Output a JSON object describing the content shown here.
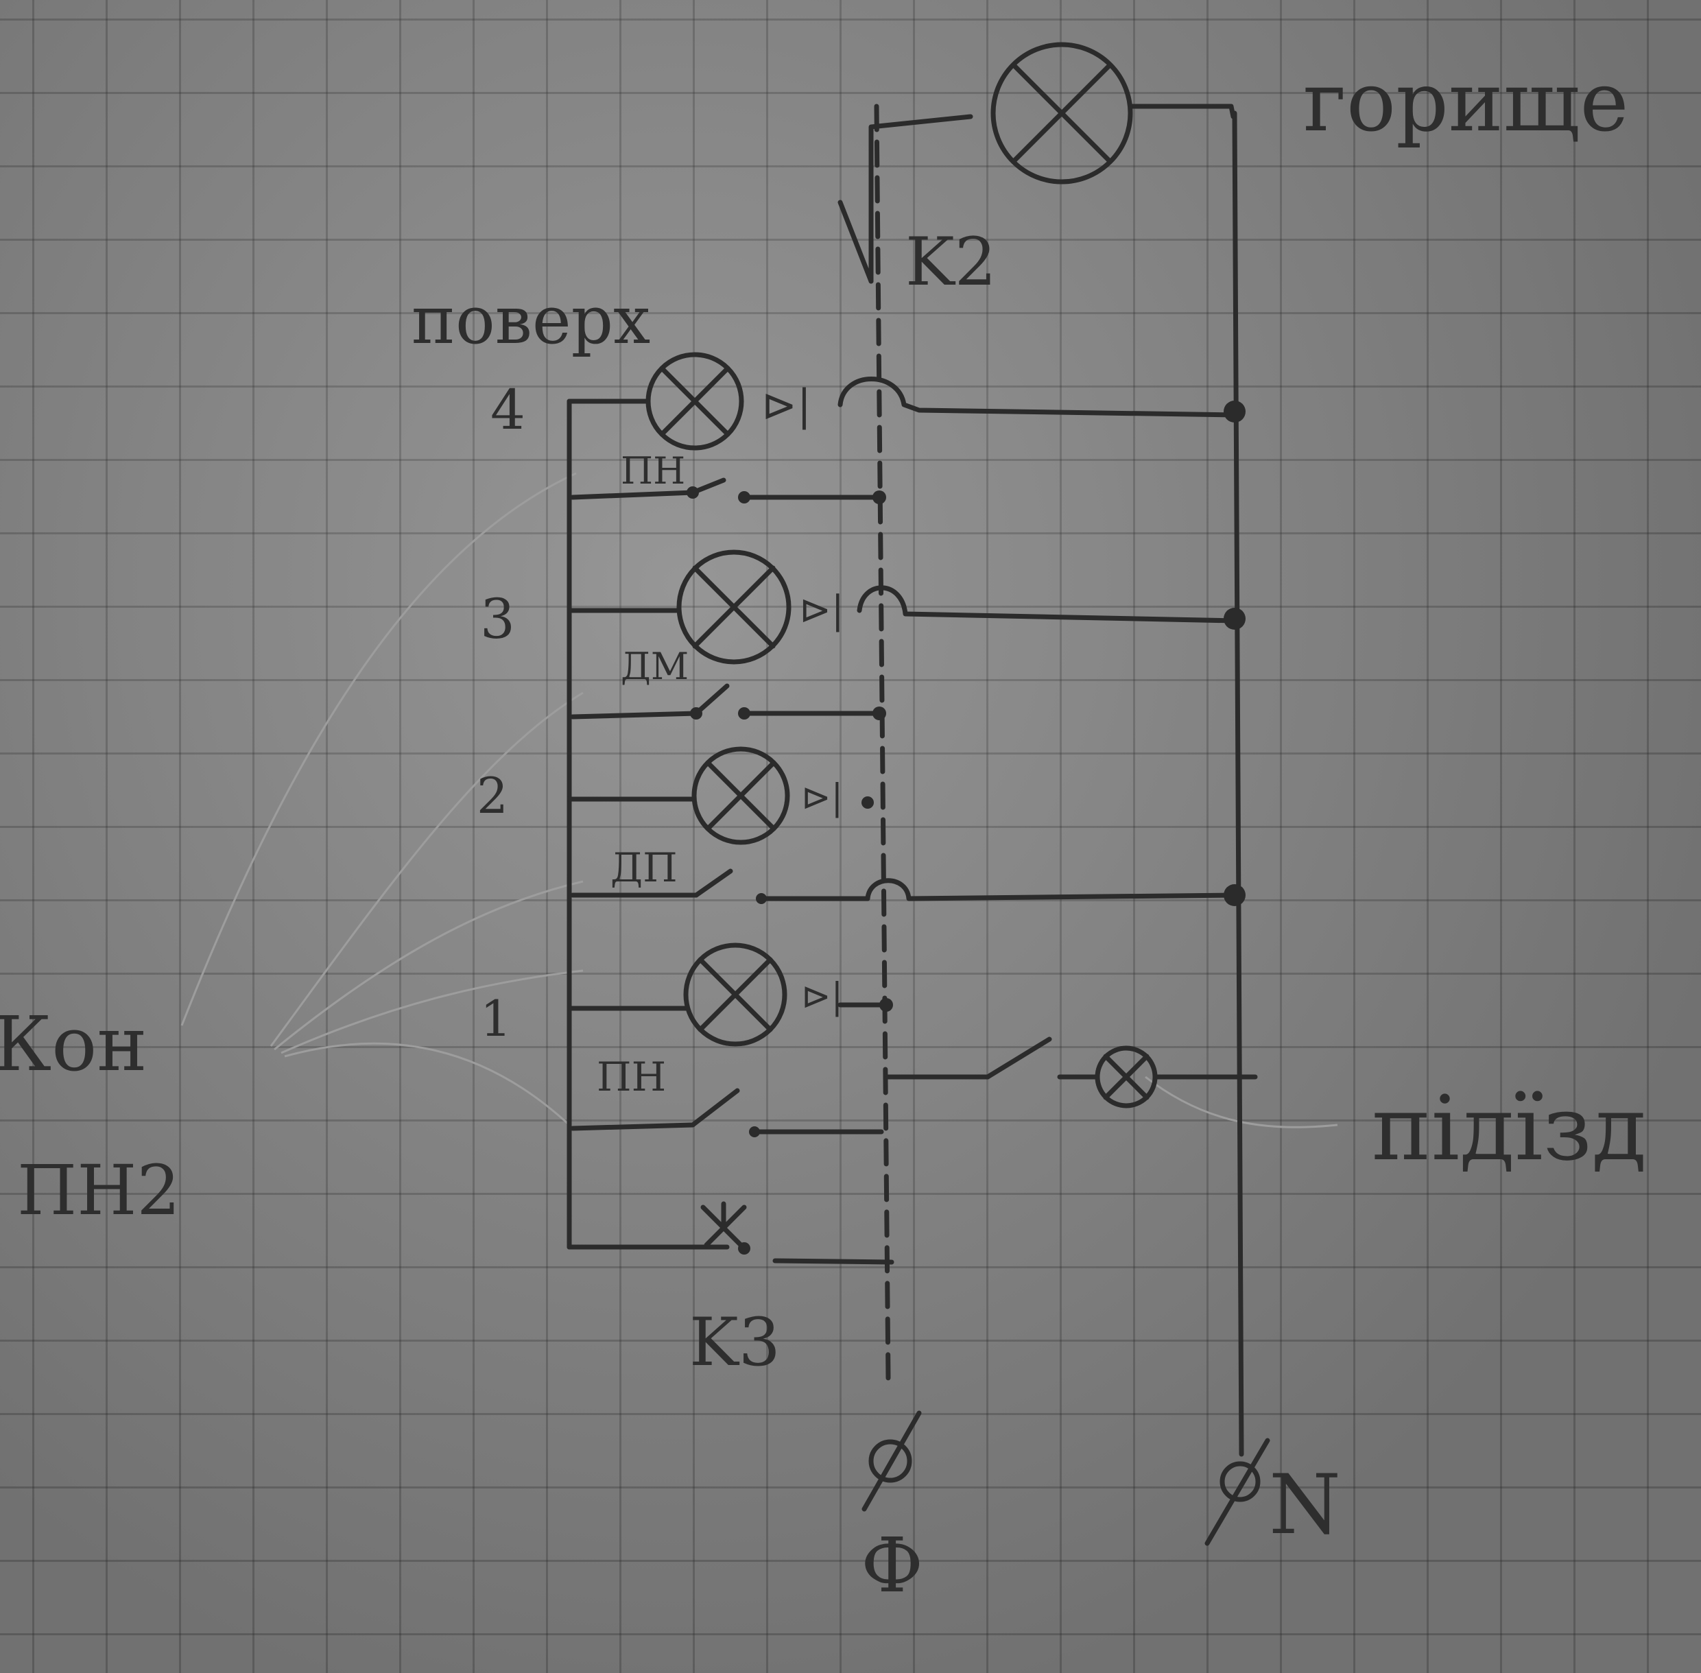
{
  "labels": {
    "attic": "горище",
    "floors_heading": "поверх",
    "entrance": "підїзд",
    "switch_left": "ПН2",
    "switch_left_prefix": "Кон",
    "relay_top": "K2",
    "relay_bottom": "K3",
    "phase": "Ф",
    "neutral": "N",
    "floor_switch_1": "ПН",
    "floor_switch_2": "ДП",
    "floor_switch_3": "ДМ",
    "floor_switch_4": "ПН"
  },
  "floors": [
    {
      "number": "4"
    },
    {
      "number": "3"
    },
    {
      "number": "2"
    },
    {
      "number": "1"
    }
  ],
  "colors": {
    "pencil": "#2b2b2b",
    "paper": "#8a8a8a",
    "grid": "#4a4a4a"
  }
}
